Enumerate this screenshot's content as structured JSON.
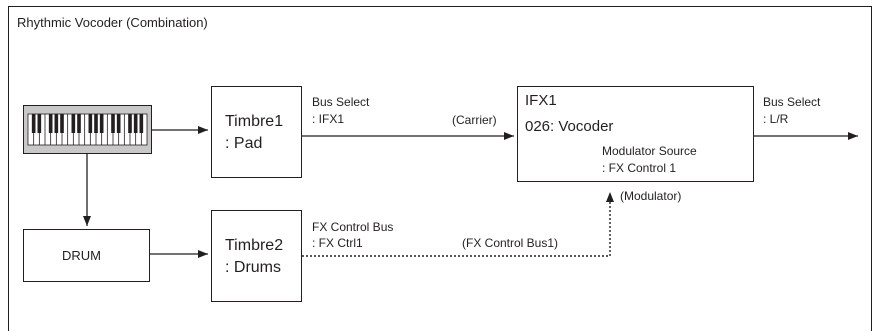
{
  "title": "Rhythmic Vocoder (Combination)",
  "timbre1": {
    "line1": "Timbre1",
    "line2": ": Pad"
  },
  "timbre2": {
    "line1": "Timbre2",
    "line2": ": Drums"
  },
  "drum": "DRUM",
  "ifx": {
    "name": "IFX1",
    "effect": "026: Vocoder",
    "mod_source_label": "Modulator Source",
    "mod_source_value": ": FX Control 1"
  },
  "bus_select_1": {
    "label": "Bus Select",
    "value": ": IFX1"
  },
  "bus_select_2": {
    "label": "Bus Select",
    "value": ": L/R"
  },
  "fx_control_bus": {
    "label": "FX Control Bus",
    "value": ": FX Ctrl1"
  },
  "carrier": "(Carrier)",
  "modulator": "(Modulator)",
  "fx_control_bus1": "(FX Control Bus1)",
  "colors": {
    "line": "#231f20",
    "keyboard_fill": "#c8c8c8"
  }
}
